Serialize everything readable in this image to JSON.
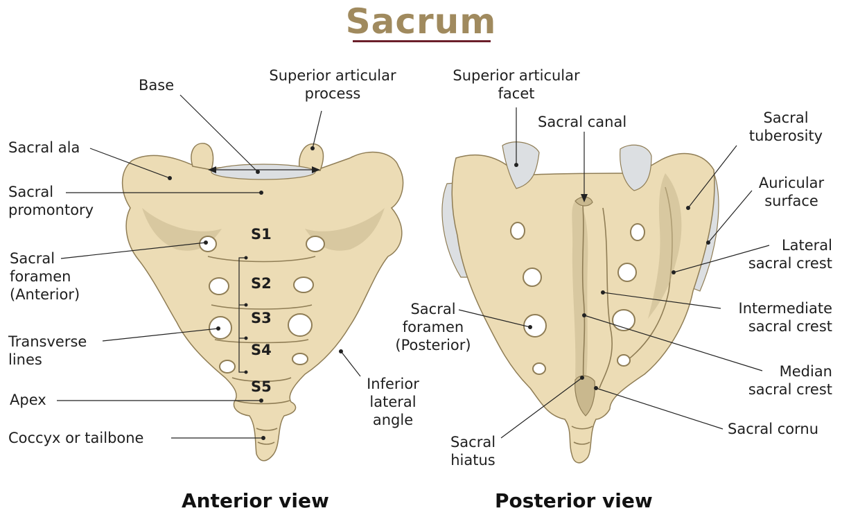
{
  "title": "Sacrum",
  "colors": {
    "title": "#a08a5e",
    "title_underline": "#6b1f2a",
    "bone": "#ecdcb5",
    "bone_shadow": "#c9b88e",
    "bone_outline": "#8f7d55",
    "cartilage": "#dcdfe2",
    "foramen": "#ffffff",
    "leader": "#222222"
  },
  "views": {
    "anterior": "Anterior view",
    "posterior": "Posterior view"
  },
  "segments": [
    "S1",
    "S2",
    "S3",
    "S4",
    "S5"
  ],
  "labels": {
    "base": "Base",
    "superior_articular_process": "Superior articular\nprocess",
    "sacral_ala": "Sacral ala",
    "sacral_promontory": "Sacral\npromontory",
    "sacral_foramen_anterior": "Sacral\nforamen\n(Anterior)",
    "transverse_lines": "Transverse\nlines",
    "apex": "Apex",
    "coccyx": "Coccyx or tailbone",
    "inferior_lateral_angle": "Inferior\nlateral\nangle",
    "superior_articular_facet": "Superior articular\nfacet",
    "sacral_canal": "Sacral canal",
    "sacral_tuberosity": "Sacral\ntuberosity",
    "auricular_surface": "Auricular\nsurface",
    "lateral_sacral_crest": "Lateral\nsacral crest",
    "intermediate_sacral_crest": "Intermediate\nsacral crest",
    "sacral_foramen_posterior": "Sacral\nforamen\n(Posterior)",
    "median_sacral_crest": "Median\nsacral crest",
    "sacral_cornu": "Sacral cornu",
    "sacral_hiatus": "Sacral\nhiatus"
  }
}
